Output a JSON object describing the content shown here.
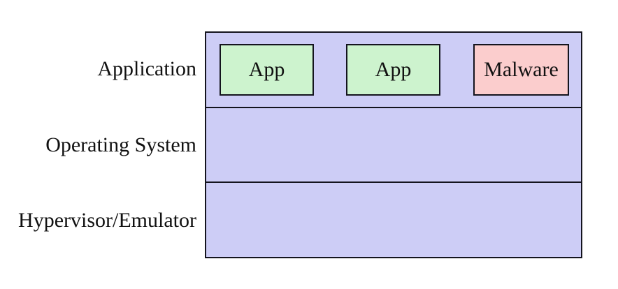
{
  "diagram": {
    "title": "virtualization-layer-stack",
    "layers": [
      {
        "label": "Application"
      },
      {
        "label": "Operating System"
      },
      {
        "label": "Hypervisor/Emulator"
      }
    ],
    "application_boxes": [
      {
        "label": "App",
        "type": "app"
      },
      {
        "label": "App",
        "type": "app"
      },
      {
        "label": "Malware",
        "type": "malware"
      }
    ],
    "colors": {
      "layer_fill": "#cdcdf6",
      "app_fill": "#cdf3ce",
      "malware_fill": "#fbcdcd",
      "border": "#14141e"
    }
  }
}
